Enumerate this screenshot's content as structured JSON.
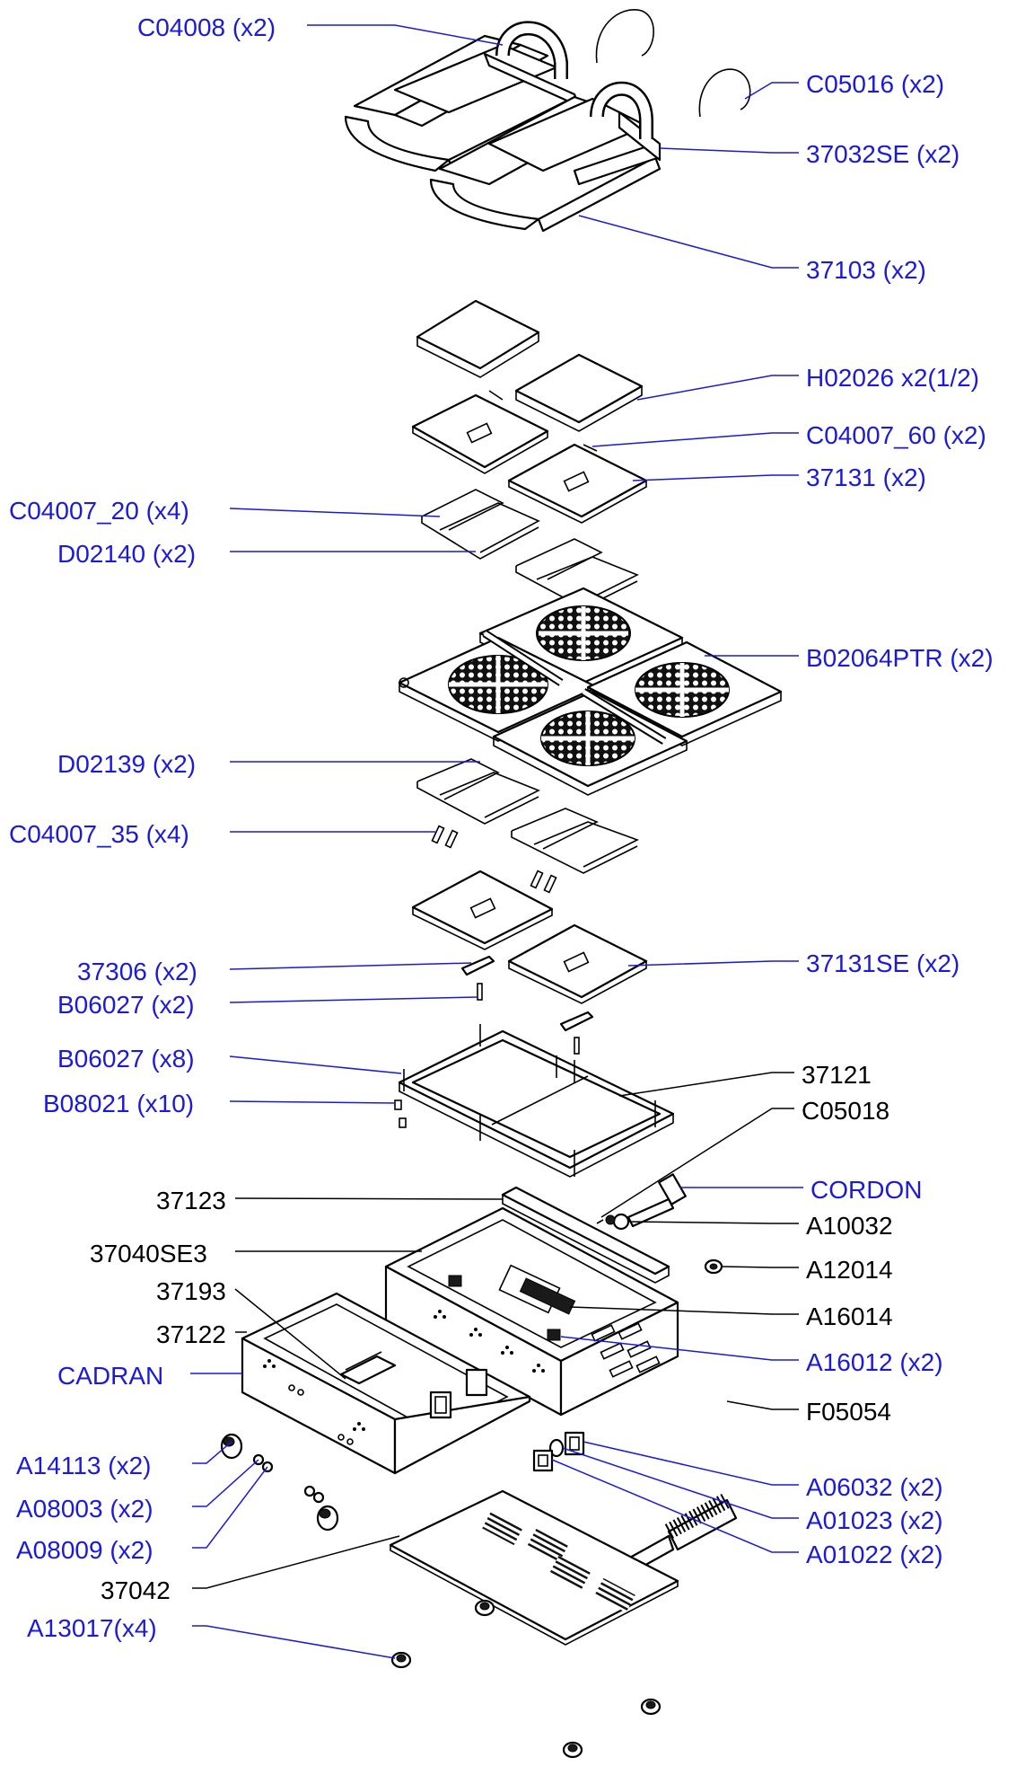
{
  "diagram": {
    "colors": {
      "blue": "#1a1ad8",
      "black": "#000000"
    },
    "labels": [
      {
        "id": "c04008",
        "text": "C04008 (x2)",
        "color": "blue"
      },
      {
        "id": "c05016",
        "text": "C05016 (x2)",
        "color": "blue"
      },
      {
        "id": "37032se",
        "text": "37032SE (x2)",
        "color": "blue"
      },
      {
        "id": "37103",
        "text": "37103 (x2)",
        "color": "blue"
      },
      {
        "id": "h02026",
        "text": "H02026 x2(1/2)",
        "color": "blue"
      },
      {
        "id": "c04007_60",
        "text": "C04007_60 (x2)",
        "color": "blue"
      },
      {
        "id": "37131",
        "text": "37131 (x2)",
        "color": "blue"
      },
      {
        "id": "c04007_20",
        "text": "C04007_20 (x4)",
        "color": "blue"
      },
      {
        "id": "d02140",
        "text": "D02140 (x2)",
        "color": "blue"
      },
      {
        "id": "b02064ptr",
        "text": "B02064PTR (x2)",
        "color": "blue"
      },
      {
        "id": "d02139",
        "text": "D02139 (x2)",
        "color": "blue"
      },
      {
        "id": "c04007_35",
        "text": "C04007_35 (x4)",
        "color": "blue"
      },
      {
        "id": "37306",
        "text": "37306 (x2)",
        "color": "blue"
      },
      {
        "id": "37131se",
        "text": "37131SE (x2)",
        "color": "blue"
      },
      {
        "id": "b06027a",
        "text": "B06027 (x2)",
        "color": "blue"
      },
      {
        "id": "b06027b",
        "text": "B06027 (x8)",
        "color": "blue"
      },
      {
        "id": "37121",
        "text": "37121",
        "color": "black"
      },
      {
        "id": "b08021",
        "text": "B08021 (x10)",
        "color": "blue"
      },
      {
        "id": "c05018",
        "text": "C05018",
        "color": "black"
      },
      {
        "id": "cordon",
        "text": "CORDON",
        "color": "blue"
      },
      {
        "id": "37123",
        "text": "37123",
        "color": "black"
      },
      {
        "id": "a10032",
        "text": "A10032",
        "color": "black"
      },
      {
        "id": "37040se3",
        "text": "37040SE3",
        "color": "black"
      },
      {
        "id": "a12014",
        "text": "A12014",
        "color": "black"
      },
      {
        "id": "37193",
        "text": "37193",
        "color": "black"
      },
      {
        "id": "a16014",
        "text": "A16014",
        "color": "black"
      },
      {
        "id": "37122",
        "text": "37122",
        "color": "black"
      },
      {
        "id": "a16012",
        "text": "A16012 (x2)",
        "color": "blue"
      },
      {
        "id": "cadran",
        "text": "CADRAN",
        "color": "blue"
      },
      {
        "id": "f05054",
        "text": "F05054",
        "color": "black"
      },
      {
        "id": "a14113",
        "text": "A14113 (x2)",
        "color": "blue"
      },
      {
        "id": "a06032",
        "text": "A06032 (x2)",
        "color": "blue"
      },
      {
        "id": "a08003",
        "text": "A08003 (x2)",
        "color": "blue"
      },
      {
        "id": "a01023",
        "text": "A01023 (x2)",
        "color": "blue"
      },
      {
        "id": "a08009",
        "text": "A08009 (x2)",
        "color": "blue"
      },
      {
        "id": "a01022",
        "text": "A01022 (x2)",
        "color": "blue"
      },
      {
        "id": "37042",
        "text": "37042",
        "color": "black"
      },
      {
        "id": "a13017",
        "text": "A13017(x4)",
        "color": "blue"
      }
    ]
  }
}
